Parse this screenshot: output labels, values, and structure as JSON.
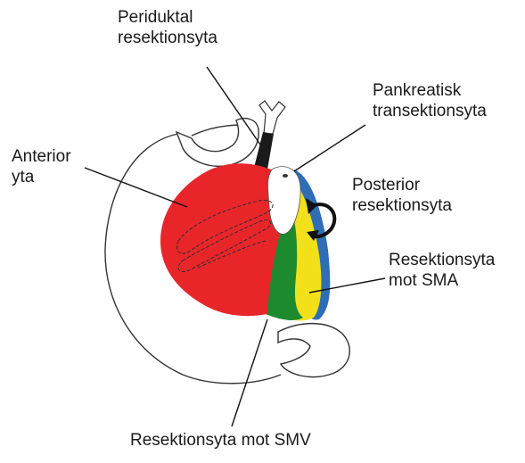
{
  "labels": {
    "periductal": [
      "Periduktal",
      "resektionsyta"
    ],
    "pancreatic": [
      "Pankreatisk",
      "transektionsyta"
    ],
    "anterior": [
      "Anterior",
      "yta"
    ],
    "posterior": [
      "Posterior",
      "resektionsyta"
    ],
    "sma": [
      "Resektionsyta",
      "mot SMA"
    ],
    "smv": "Resektionsyta mot SMV"
  },
  "colors": {
    "anterior_surface": "#e8262a",
    "smv_margin": "#1d8a2e",
    "sma_margin": "#f2e01b",
    "posterior_surface": "#2f6db5",
    "duct": "#1a1a1a",
    "outline": "#333333"
  }
}
